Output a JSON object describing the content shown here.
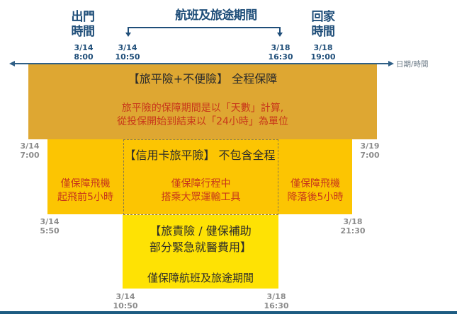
{
  "colors": {
    "heading_blue": "#1f4e79",
    "axis": "#2f5f86",
    "tick_gray": "#8c8c8c",
    "orange_band": "#dea732",
    "yellow_band": "#fcc502",
    "bright_yellow_band": "#fee204",
    "red_text": "#c8381a",
    "dark_text": "#2b2b2b"
  },
  "header": {
    "depart_label_line1": "出門",
    "depart_label_line2": "時間",
    "flight_period_label": "航班及旅途期間",
    "return_label_line1": "回家",
    "return_label_line2": "時間"
  },
  "top_ticks": [
    {
      "date": "3/14",
      "time": "8:00"
    },
    {
      "date": "3/14",
      "time": "10:50"
    },
    {
      "date": "3/18",
      "time": "16:30"
    },
    {
      "date": "3/18",
      "time": "19:00"
    }
  ],
  "axis": {
    "label": "日期/時間"
  },
  "orange_band": {
    "title": "【旅平險+不便險】 全程保障",
    "note_line1": "旅平險的保障期間是以「天數」計算,",
    "note_line2": "從投保開始到結束以「24小時」為單位",
    "start": {
      "date": "3/14",
      "time": "7:00"
    },
    "end": {
      "date": "3/19",
      "time": "7:00"
    }
  },
  "yellow_band": {
    "title": "【信用卡旅平險】 不包含全程",
    "left_note_line1": "僅保障飛機",
    "left_note_line2": "起飛前5小時",
    "mid_note_line1": "僅保障行程中",
    "mid_note_line2": "搭乘大眾運輸工具",
    "right_note_line1": "僅保障飛機",
    "right_note_line2": "降落後5小時",
    "start": {
      "date": "3/14",
      "time": "5:50"
    },
    "end": {
      "date": "3/18",
      "time": "21:30"
    }
  },
  "bright_band": {
    "title_line1": "【旅責險 / 健保補助",
    "title_line2": "部分緊急就醫費用】",
    "note": "僅保障航班及旅途期間",
    "start": {
      "date": "3/14",
      "time": "10:50"
    },
    "end": {
      "date": "3/18",
      "time": "16:30"
    }
  }
}
